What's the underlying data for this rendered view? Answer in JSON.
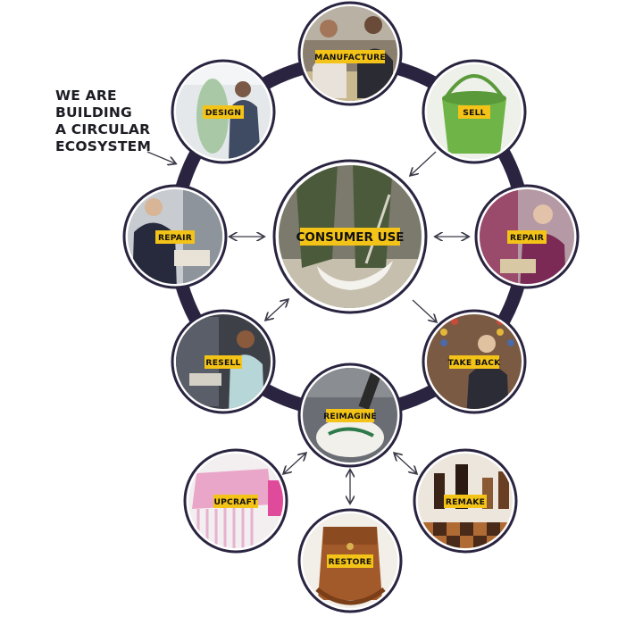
{
  "headline": {
    "line1": "WE ARE",
    "line2": "BUILDING",
    "line3": "A CIRCULAR",
    "line4": "ECOSYSTEM"
  },
  "center": {
    "label": "CONSUMER USE",
    "image": "crossbody-bag-photo"
  },
  "nodes": {
    "manufacture": {
      "label": "MANUFACTURE",
      "image": "factory-workers-photo"
    },
    "design": {
      "label": "DESIGN",
      "image": "designer-mannequin-photo"
    },
    "sell": {
      "label": "SELL",
      "image": "green-bucket-bag-photo"
    },
    "repair_left": {
      "label": "REPAIR",
      "image": "sewing-repair-photo"
    },
    "repair_right": {
      "label": "REPAIR",
      "image": "artisan-repair-photo"
    },
    "resell": {
      "label": "RESELL",
      "image": "store-associate-photo"
    },
    "take_back": {
      "label": "TAKE BACK",
      "image": "thread-wall-photo"
    },
    "reimagine": {
      "label": "REIMAGINE",
      "image": "bag-painting-photo"
    },
    "upcraft": {
      "label": "UPCRAFT",
      "image": "pink-fringe-bag-photo"
    },
    "restore": {
      "label": "RESTORE",
      "image": "brown-leather-bag-photo"
    },
    "remake": {
      "label": "REMAKE",
      "image": "leather-chess-photo"
    }
  },
  "colors": {
    "ring": "#2a2440",
    "label_bg": "#f4c318",
    "circle_border": "#2a2440",
    "arrow": "#3a3a48"
  }
}
